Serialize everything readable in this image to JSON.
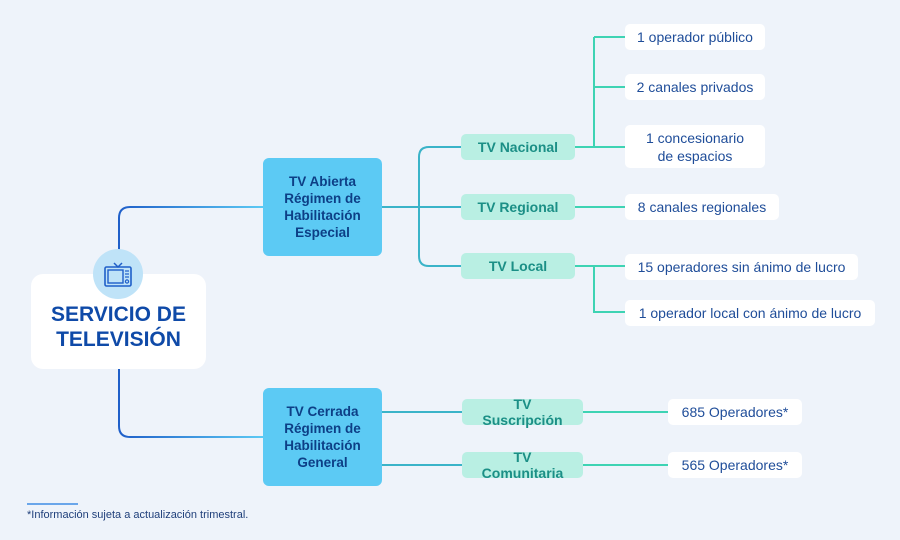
{
  "root": {
    "title_line1": "SERVICIO DE",
    "title_line2": "TELEVISIÓN",
    "icon": "tv-icon"
  },
  "categories": [
    {
      "label": "TV Abierta\nRégimen de\nHabilitación\nEspecial",
      "subcategories": [
        {
          "label": "TV Nacional",
          "items": [
            "1 operador público",
            "2 canales privados",
            "1 concesionario\nde espacios"
          ]
        },
        {
          "label": "TV Regional",
          "items": [
            "8 canales regionales"
          ]
        },
        {
          "label": "TV Local",
          "items": [
            "15 operadores sin ánimo de lucro",
            "1 operador local con ánimo de lucro"
          ]
        }
      ]
    },
    {
      "label": "TV Cerrada\nRégimen de\nHabilitación\nGeneral",
      "subcategories": [
        {
          "label": "TV Suscripción",
          "items": [
            "685 Operadores*"
          ]
        },
        {
          "label": "TV Comunitaria",
          "items": [
            "565 Operadores*"
          ]
        }
      ]
    }
  ],
  "footnote": "*Información sujeta a actualización trimestral.",
  "colors": {
    "background": "#eef3fa",
    "root_text": "#0f4aa8",
    "category_fill": "#5ccaf4",
    "subcategory_fill": "#b9efe3",
    "subcategory_text": "#1b8f86",
    "leaf_text": "#1f4d99",
    "connector_root": "#1f5fc9",
    "connector_category": "#3ab3c8",
    "connector_leaf": "#3ed3b3"
  }
}
